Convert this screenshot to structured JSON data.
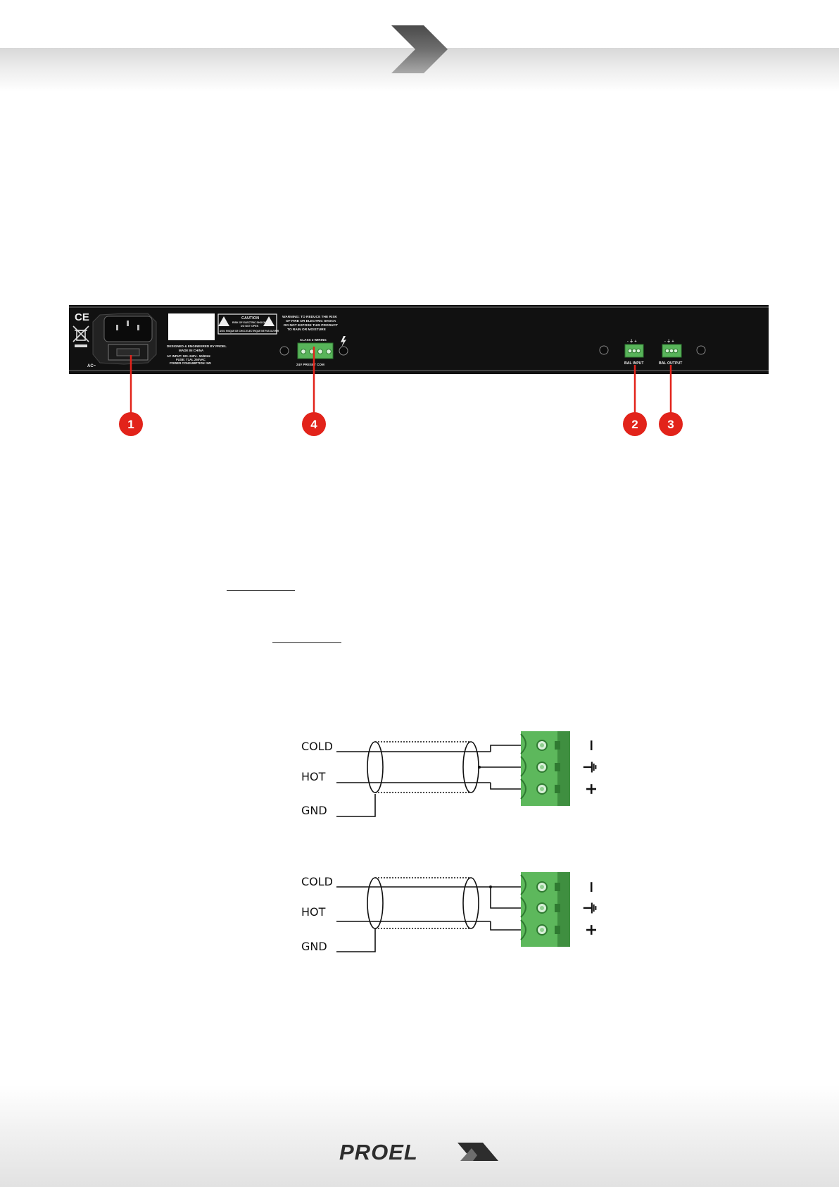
{
  "brand": {
    "logo_text": "PROEL"
  },
  "rear_panel": {
    "approval_marks": [
      "CE"
    ],
    "ac_label": "AC~",
    "caution": {
      "title": "CAUTION",
      "line1": "RISK OF ELECTRIC SHOCK",
      "line2": "DO NOT OPEN",
      "line3": "AVIS: RISQUE DE CHOC ELECTRIQUE NE PAS OUVRIR"
    },
    "warning": {
      "line1": "WARNING: TO REDUCE THE RISK",
      "line2": "OF FIRE OR ELECTRIC SHOCK",
      "line3": "DO NOT EXPOSE THIS PRODUCT",
      "line4": "TO RAIN OR MOISTURE"
    },
    "designed_by": {
      "line1": "DESIGNED & ENGINEERED BY PROEL",
      "line2": "MADE IN CHINA"
    },
    "power_info": {
      "line1": "AC INPUT: 100~240V~ 50/60Hz",
      "line2": "FUSE: T1AL 250VAC",
      "line3": "POWER CONSUMPTION: 5W"
    },
    "class2_label": "CLASS 2 WIRING",
    "terminal_label": "24V   PRESET   COM",
    "bal_input_label": "BAL INPUT",
    "bal_output_label": "BAL OUTPUT",
    "polarity_label": "- ⏚ +"
  },
  "callouts": [
    "1",
    "4",
    "2",
    "3"
  ],
  "wiring_diagram_1": {
    "cold": "COLD",
    "hot": "HOT",
    "gnd": "GND",
    "pin_minus": "−",
    "pin_gnd": "⏚",
    "pin_plus": "+"
  },
  "wiring_diagram_2": {
    "cold": "COLD",
    "hot": "HOT",
    "gnd": "GND",
    "pin_minus": "−",
    "pin_gnd": "⏚",
    "pin_plus": "+"
  },
  "colors": {
    "accent_red": "#e2231a",
    "terminal_green": "#5cb85c",
    "panel_black": "#111111"
  }
}
